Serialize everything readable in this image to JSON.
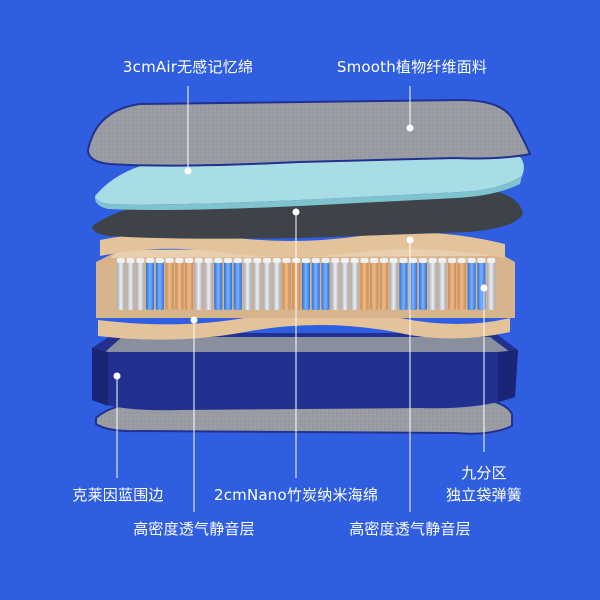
{
  "labels": {
    "air_foam": "3cmAir无感记忆绵",
    "plant_fabric": "Smooth植物纤维面料",
    "blue_border": "克莱因蓝围边",
    "nano_foam": "2cmNano竹炭纳米海绵",
    "springs_line1": "九分区",
    "springs_line2": "独立袋弹簧",
    "silent_layer_left": "高密度透气静音层",
    "silent_layer_right": "高密度透气静音层"
  },
  "colors": {
    "background": "#2f5ee0",
    "fabric_gray": "#9a9ca4",
    "memory_foam": "#a9dde6",
    "charcoal_foam": "#3e4349",
    "spring_frame": "#d8b48d",
    "spring_orange": "#e2a772",
    "spring_blue": "#4e8ff0",
    "spring_gray": "#c8cbd2",
    "border_blue": "#22318f"
  }
}
